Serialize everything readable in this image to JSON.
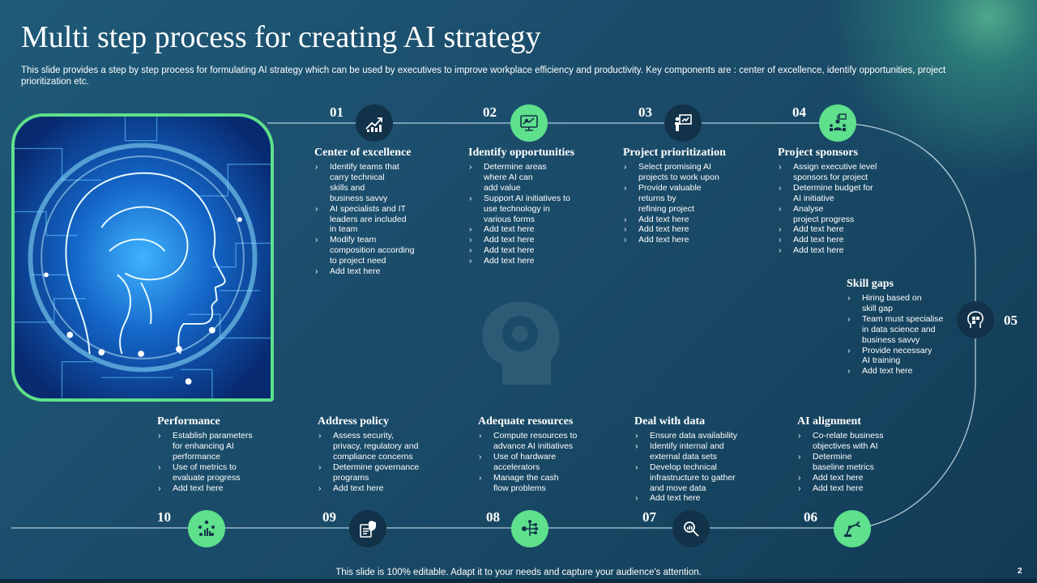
{
  "title": "Multi step process for creating AI strategy",
  "subtitle_lines": [
    "This slide provides a step by step process for formulating AI strategy which can be used by executives to improve workplace efficiency and productivity. Key components are : center of excellence, identify opportunities, project",
    "prioritization etc."
  ],
  "steps": [
    {
      "number": "01",
      "title": "Center of excellence",
      "icon": "growth-chart-icon",
      "bullets": [
        [
          "Identify teams that",
          "carry technical",
          "skills and",
          "business savvy"
        ],
        [
          "AI specialists and IT",
          "leaders are included",
          "in team"
        ],
        [
          "Modify team",
          "composition according",
          "to project need"
        ],
        [
          "Add text here"
        ]
      ]
    },
    {
      "number": "02",
      "title": "Identify opportunities",
      "icon": "monitor-analytics-icon",
      "bullets": [
        [
          "Determine areas",
          "where AI can",
          "add value"
        ],
        [
          "Support AI initiatives to",
          "use technology in",
          "various forms"
        ],
        [
          "Add text here"
        ],
        [
          "Add text here"
        ],
        [
          "Add text here"
        ],
        [
          "Add text here"
        ]
      ]
    },
    {
      "number": "03",
      "title": "Project prioritization",
      "icon": "presentation-board-icon",
      "bullets": [
        [
          "Select promising AI",
          "projects to work upon"
        ],
        [
          "Provide valuable",
          "returns by",
          "refining project"
        ],
        [
          "Add text here"
        ],
        [
          "Add text here"
        ],
        [
          "Add text here"
        ]
      ]
    },
    {
      "number": "04",
      "title": "Project sponsors",
      "icon": "sponsor-network-icon",
      "bullets": [
        [
          "Assign executive level",
          "sponsors for project"
        ],
        [
          "Determine budget for",
          "AI initiative"
        ],
        [
          "Analyse",
          "project progress"
        ],
        [
          "Add text here"
        ],
        [
          "Add text here"
        ],
        [
          "Add text here"
        ]
      ]
    },
    {
      "number": "05",
      "title": "Skill gaps",
      "icon": "puzzle-head-icon",
      "bullets": [
        [
          "Hiring based on",
          "skill gap"
        ],
        [
          "Team must specialise",
          "in data science and",
          "business savvy"
        ],
        [
          "Provide necessary",
          "AI training"
        ],
        [
          "Add text here"
        ]
      ]
    },
    {
      "number": "06",
      "title": "AI alignment",
      "icon": "robot-arm-icon",
      "bullets": [
        [
          "Co-relate business",
          "objectives with AI"
        ],
        [
          "Determine",
          "baseline metrics"
        ],
        [
          "Add text here"
        ],
        [
          "Add text here"
        ]
      ]
    },
    {
      "number": "07",
      "title": "Deal with data",
      "icon": "data-search-icon",
      "bullets": [
        [
          "Ensure data availability"
        ],
        [
          "Identify internal and",
          "external data sets"
        ],
        [
          "Develop technical",
          "infrastructure to gather",
          "and move data"
        ],
        [
          "Add text here"
        ]
      ]
    },
    {
      "number": "08",
      "title": "Adequate resources",
      "icon": "resource-network-icon",
      "bullets": [
        [
          "Compute resources to",
          "advance AI initiatives"
        ],
        [
          "Use of hardware",
          "accelerators"
        ],
        [
          "Manage the cash",
          "flow problems"
        ]
      ]
    },
    {
      "number": "09",
      "title": "Address policy",
      "icon": "policy-document-icon",
      "bullets": [
        [
          "Assess security,",
          "privacy, regulatory and",
          "compliance concerns"
        ],
        [
          "Determine governance",
          "programs"
        ],
        [
          "Add text here"
        ]
      ]
    },
    {
      "number": "10",
      "title": "Performance",
      "icon": "performance-team-icon",
      "bullets": [
        [
          "Establish parameters",
          "for enhancing AI",
          "performance"
        ],
        [
          "Use of metrics to",
          "evaluate progress"
        ],
        [
          "Add text here"
        ]
      ]
    }
  ],
  "footer": "This slide is 100% editable. Adapt it to your needs and capture your audience's attention.",
  "page_number": "2",
  "colors": {
    "accent": "#5ee08c",
    "dark_circle": "#123249",
    "background": "#1b4d6b",
    "text": "#ffffff"
  }
}
